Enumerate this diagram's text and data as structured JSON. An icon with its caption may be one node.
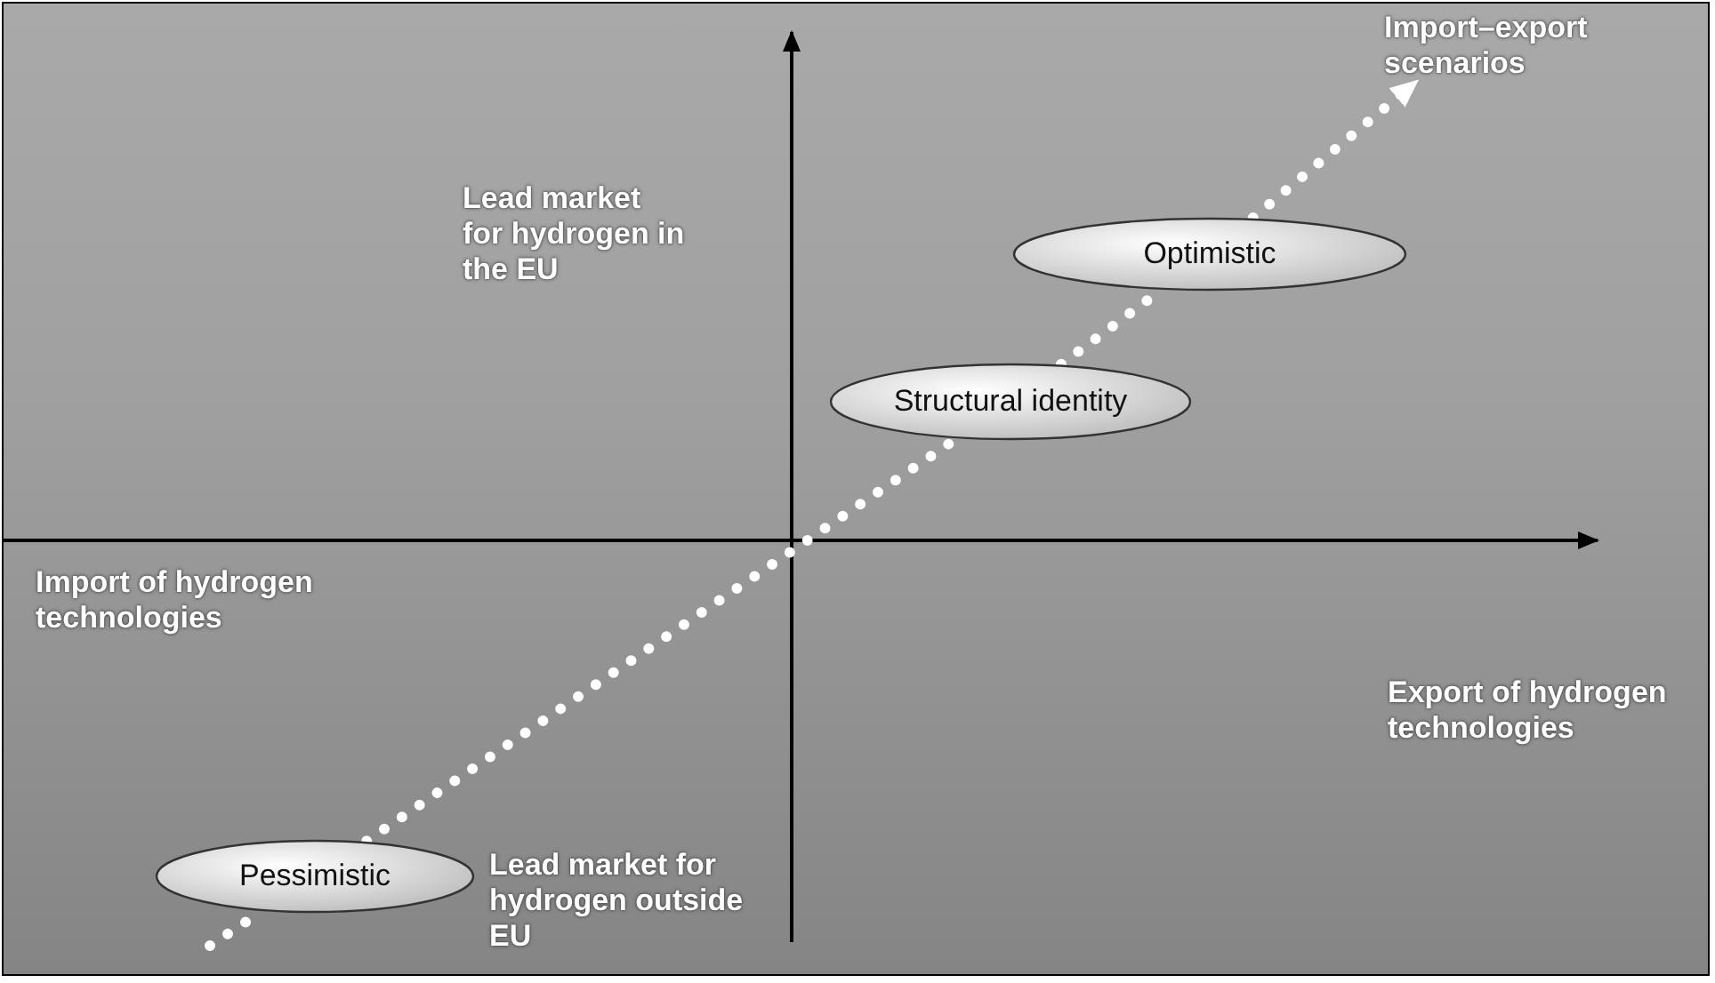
{
  "diagram": {
    "nodes": [
      {
        "text": [
          "Import–export scenarios"
        ]
      },
      {
        "text": [
          "Optimistic"
        ]
      },
      {
        "text": [
          "Structural identity"
        ]
      },
      {
        "text": [
          "Pessimistic"
        ]
      }
    ],
    "edges": [
      {
        "from": null,
        "to": 3,
        "arrow": "none",
        "style": "dashed"
      },
      {
        "from": 3,
        "to": 2,
        "arrow": "none",
        "style": "dashed"
      },
      {
        "from": 2,
        "to": 1,
        "arrow": "none",
        "style": "dashed"
      },
      {
        "from": 1,
        "to": 0,
        "arrow": "to",
        "style": "dashed"
      }
    ],
    "labels": [
      "Lead market for hydrogen in the EU",
      "Import of hydrogen technologies",
      "Export of hydrogen technologies",
      "Lead market for hydrogen outside EU"
    ]
  }
}
